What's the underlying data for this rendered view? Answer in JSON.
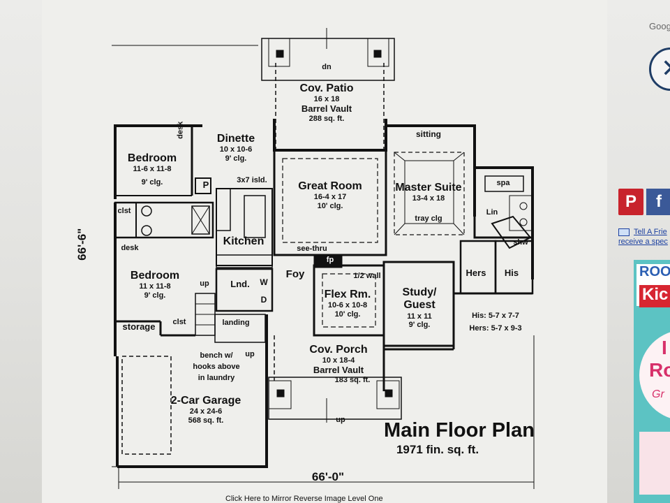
{
  "plan": {
    "title": "Main Floor Plan",
    "subtitle": "1971 fin. sq. ft.",
    "depth_dim": "66'-6\"",
    "width_dim": "66'-0\"",
    "mirror_link": "Click Here to Mirror Reverse Image Level One",
    "rooms": {
      "patio": {
        "name": "Cov. Patio",
        "size": "16 x 18",
        "extra": "Barrel Vault",
        "area": "288 sq. ft.",
        "dn": "dn"
      },
      "dinette": {
        "name": "Dinette",
        "size": "10 x 10-6",
        "clg": "9' clg."
      },
      "bedroom1": {
        "name": "Bedroom",
        "size": "11-6 x 11-8",
        "clg": "9' clg."
      },
      "great": {
        "name": "Great Room",
        "size": "16-4 x 17",
        "clg": "10' clg."
      },
      "master": {
        "name": "Master Suite",
        "size": "13-4 x 18",
        "clg": "tray clg",
        "sitting": "sitting"
      },
      "kitchen": {
        "name": "Kitchen",
        "island": "3x7 isld."
      },
      "bedroom2": {
        "name": "Bedroom",
        "size": "11 x 11-8",
        "clg": "9' clg."
      },
      "flex": {
        "name": "Flex Rm.",
        "size": "10-6 x 10-8",
        "clg": "10' clg."
      },
      "study": {
        "name": "Study/",
        "name2": "Guest",
        "size": "11 x 11",
        "clg": "9' clg."
      },
      "porch": {
        "name": "Cov. Porch",
        "size": "10 x 18-4",
        "extra": "Barrel Vault",
        "area": "183 sq. ft.",
        "up": "up"
      },
      "garage": {
        "name": "2-Car Garage",
        "size": "24 x 24-6",
        "area": "568 sq. ft."
      }
    },
    "notes": {
      "desk_top": "desk",
      "desk_left": "desk",
      "clst": "clst",
      "clst2": "clst",
      "pantry": "P",
      "lin": "Lin",
      "spa": "spa",
      "shw": "shw",
      "hers": "Hers",
      "his": "His",
      "closets1": "His: 5-7 x 7-7",
      "closets2": "Hers: 5-7 x 9-3",
      "see_thru": "see-thru",
      "fp": "fp",
      "half_wall": "1/2 wall",
      "foy": "Foy",
      "lnd": "Lnd.",
      "w": "W",
      "d": "D",
      "up1": "up",
      "landing": "landing",
      "up2": "up",
      "storage": "storage",
      "bench1": "bench w/",
      "bench2": "hooks above",
      "bench3": "in laundry"
    }
  },
  "sidebar": {
    "google": "Goog",
    "close_glyph": "✕",
    "pinterest": "P",
    "facebook": "f",
    "tell_line1": "Tell A Frie",
    "tell_line2": "receive a spec",
    "ad_roo": "ROO",
    "ad_kic": "Kic",
    "ad_c1": "I",
    "ad_c2": "Ro",
    "ad_c3": "Gr"
  },
  "colors": {
    "wall": "#111111",
    "pinterest": "#c8232c",
    "facebook": "#3b5998",
    "ad": "#5cc3c3"
  },
  "icons": [
    "close-icon",
    "pinterest-icon",
    "facebook-icon",
    "mail-icon"
  ]
}
